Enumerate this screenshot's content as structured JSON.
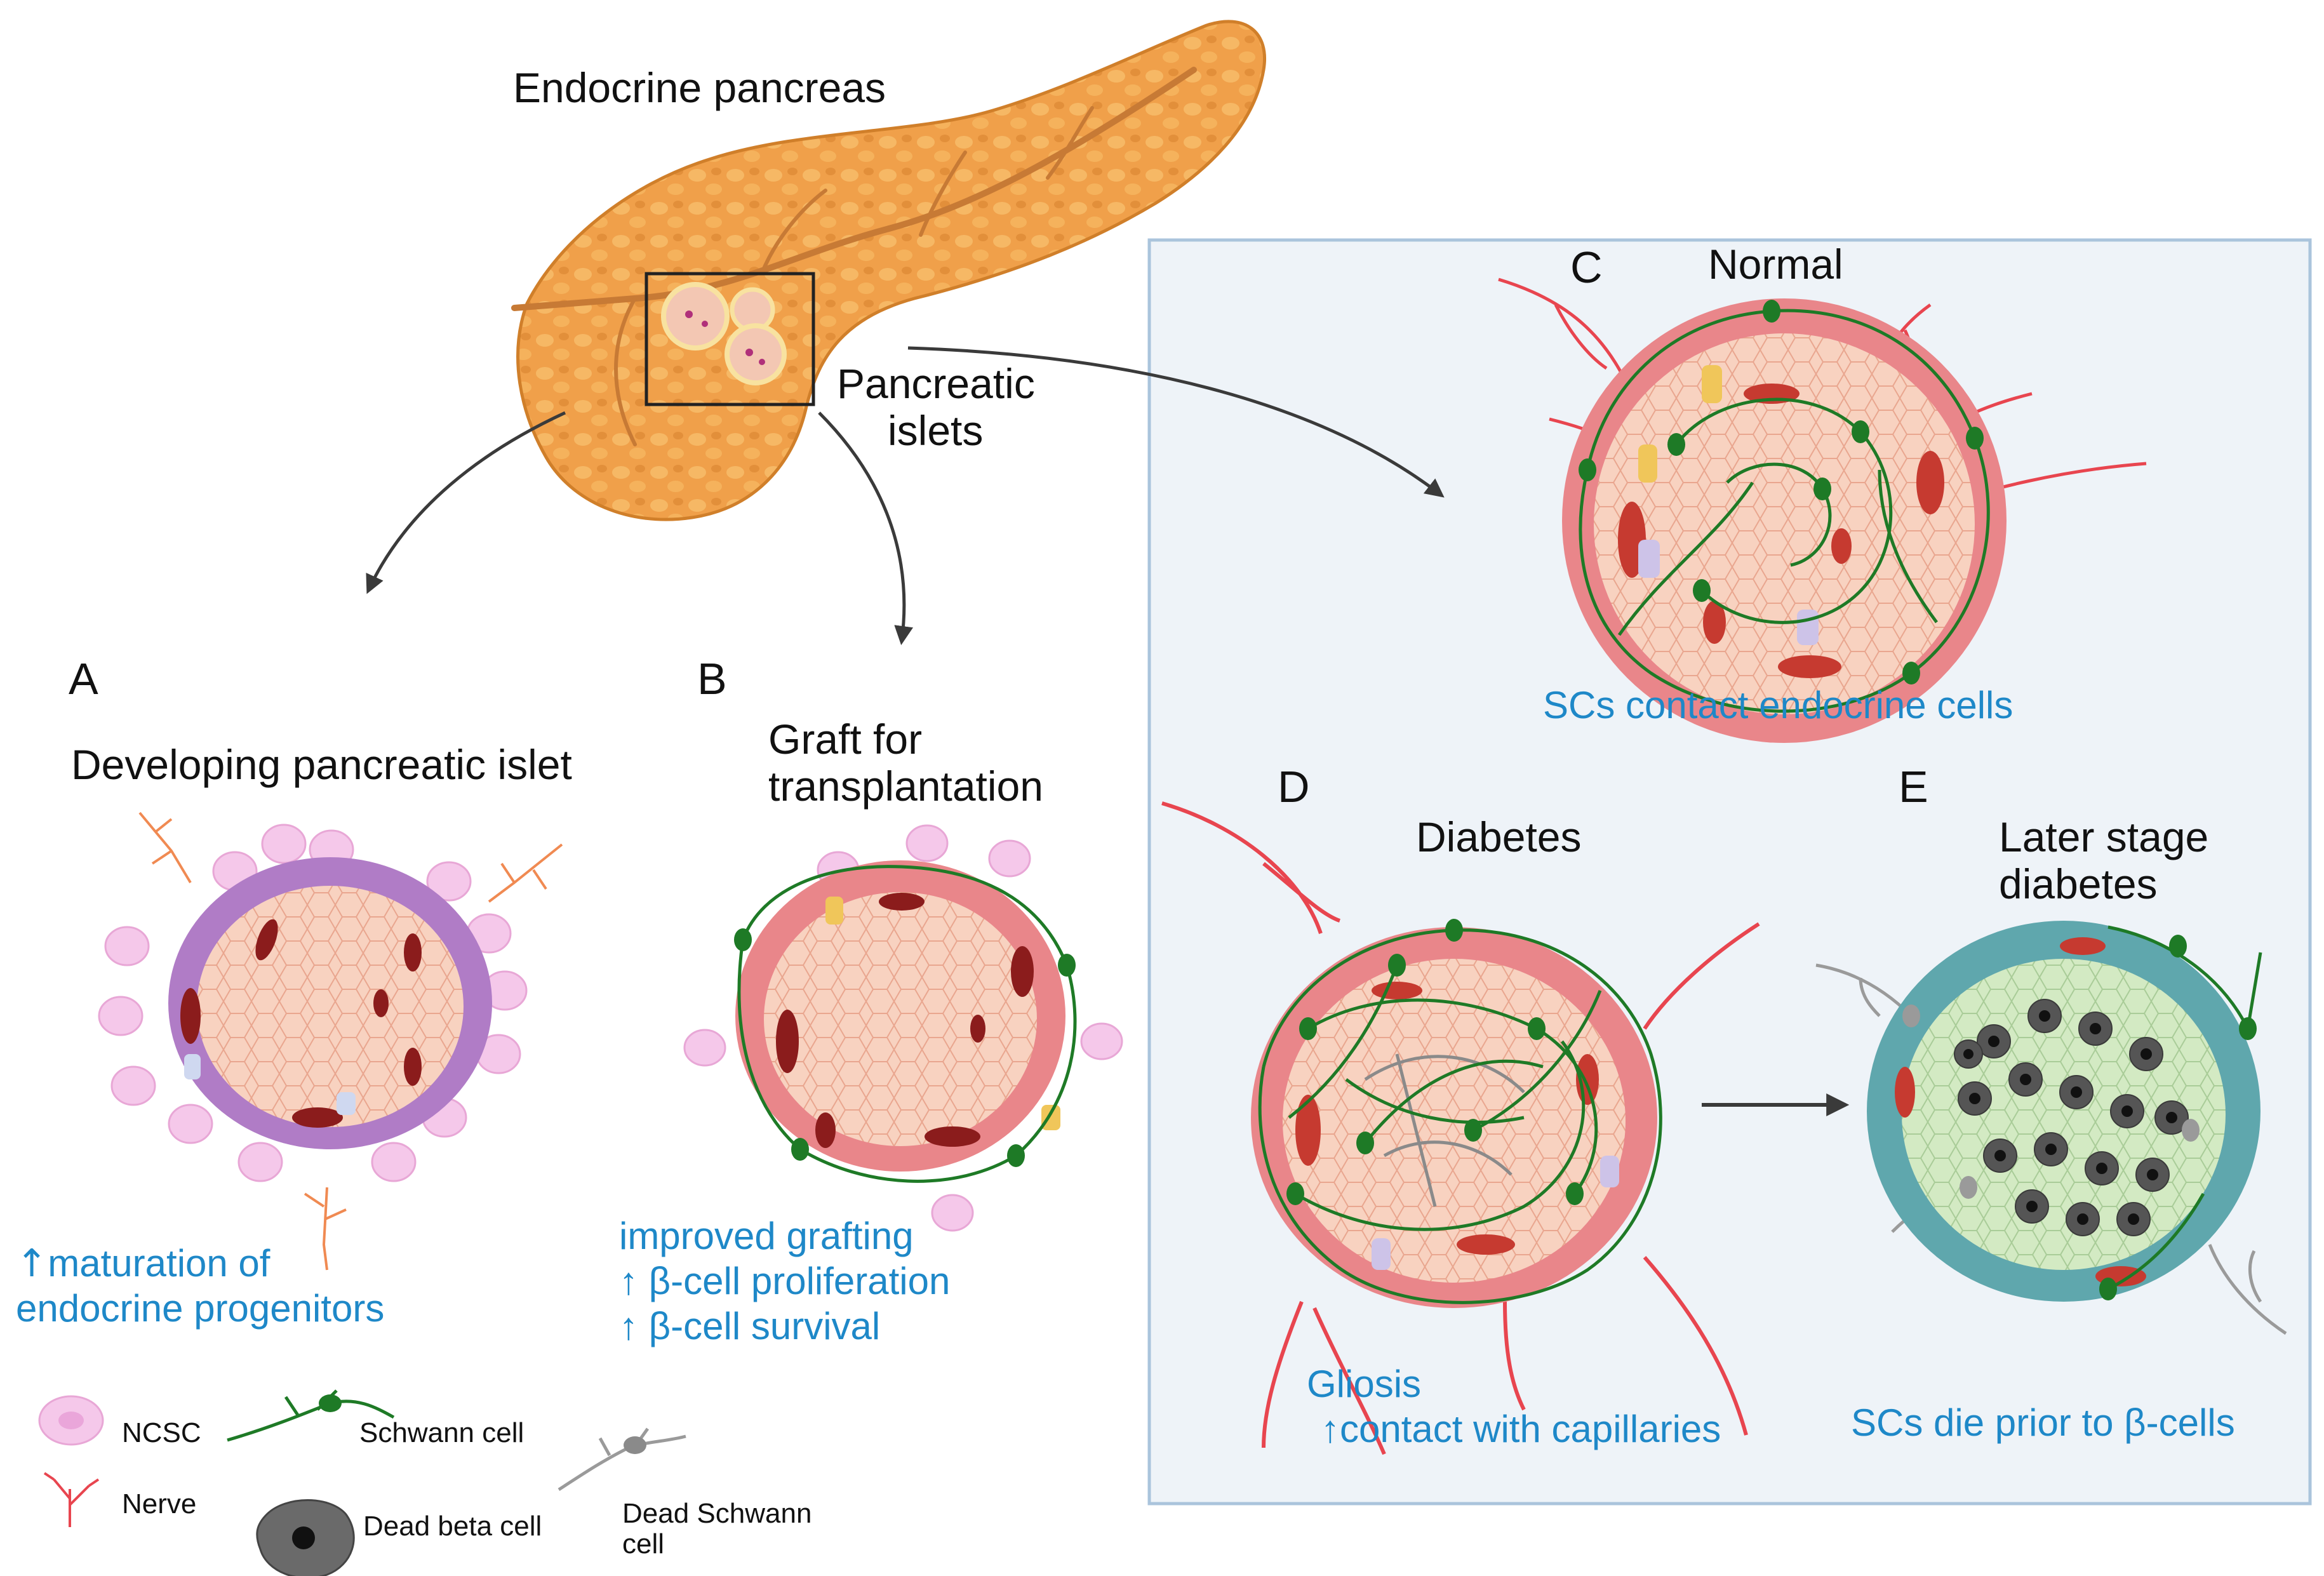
{
  "title": "Endocrine pancreas",
  "inset_label": [
    "Pancreatic",
    "islets"
  ],
  "panels": {
    "C": {
      "letter": "C",
      "title": "Normal",
      "caption": "SCs contact endocrine cells"
    },
    "A": {
      "letter": "A",
      "title": "Developing pancreatic islet",
      "caption_arrow": "↑",
      "caption": [
        "maturation of",
        "endocrine progenitors"
      ]
    },
    "B": {
      "letter": "B",
      "title": [
        "Graft for",
        "transplantation"
      ],
      "caption": [
        "improved grafting",
        "↑ β-cell proliferation",
        "↑ β-cell survival"
      ]
    },
    "D": {
      "letter": "D",
      "title": "Diabetes",
      "caption": [
        "Gliosis",
        "↑contact with capillaries"
      ]
    },
    "E": {
      "letter": "E",
      "title": [
        "Later stage",
        "diabetes"
      ],
      "caption": "SCs die prior to β-cells"
    }
  },
  "legend": {
    "ncsc": "NCSC",
    "schwann": "Schwann cell",
    "nerve": "Nerve",
    "dead_beta": "Dead beta cell",
    "dead_schwann": [
      "Dead Schwann",
      "cell"
    ]
  },
  "colors": {
    "panel_bg": "#eef3f8",
    "panel_border": "#aac4dc",
    "caption_blue": "#1e88c8",
    "pancreas": "#f0a04a",
    "nerve": "#e8454f",
    "schwann": "#1e7a26",
    "ncsc": "#f5c8ea",
    "progenitor": "#b07cc6",
    "islet_core": "#f9d3c3",
    "islet_rim": "#e9868a",
    "capillary": "#8b1c1c",
    "dead_beta": "#555555",
    "dead_schwann": "#9a9a9a",
    "later_rim": "#5fa7ad",
    "later_core": "#cfe8bf"
  }
}
